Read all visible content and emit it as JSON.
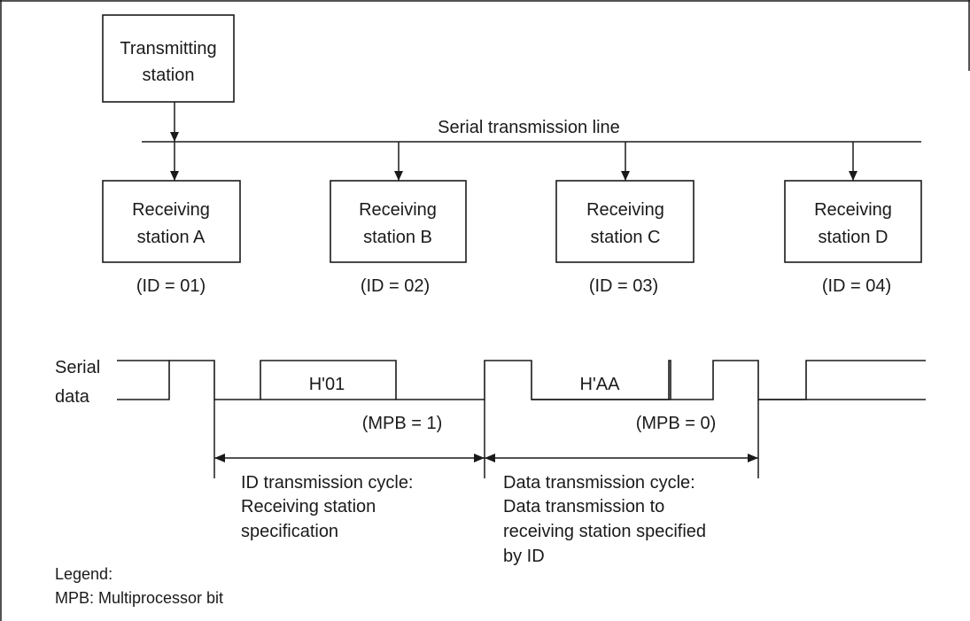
{
  "transmitter": {
    "line1": "Transmitting",
    "line2": "station"
  },
  "bus_label": "Serial transmission line",
  "receivers": [
    {
      "line1": "Receiving",
      "line2": "station A",
      "id_label": "(ID = 01)"
    },
    {
      "line1": "Receiving",
      "line2": "station B",
      "id_label": "(ID = 02)"
    },
    {
      "line1": "Receiving",
      "line2": "station C",
      "id_label": "(ID = 03)"
    },
    {
      "line1": "Receiving",
      "line2": "station D",
      "id_label": "(ID = 04)"
    }
  ],
  "waveform": {
    "label_line1": "Serial",
    "label_line2": "data",
    "frame1_data": "H'01",
    "frame1_mpb": "(MPB = 1)",
    "frame2_data": "H'AA",
    "frame2_mpb": "(MPB = 0)"
  },
  "cycles": {
    "id_cycle": [
      "ID transmission cycle:",
      "Receiving station",
      "specification"
    ],
    "data_cycle": [
      "Data transmission cycle:",
      "Data transmission to",
      "receiving station specified",
      "by ID"
    ]
  },
  "legend": {
    "title": "Legend:",
    "entry": "MPB:  Multiprocessor bit"
  }
}
